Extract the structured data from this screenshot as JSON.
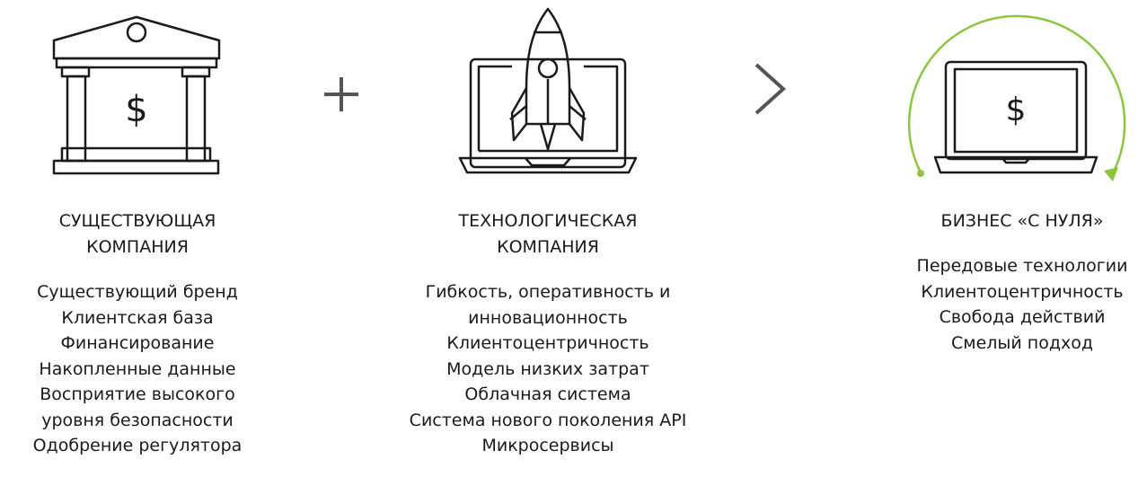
{
  "columns": [
    {
      "icon": "bank-dollar-icon",
      "title_lines": [
        "СУЩЕСТВУЮЩАЯ",
        "КОМПАНИЯ"
      ],
      "items": [
        "Существующий бренд",
        "Клиентская база",
        "Финансирование",
        "Накопленные данные",
        "Восприятие высокого",
        "уровня безопасности",
        "Одобрение регулятора"
      ]
    },
    {
      "icon": "laptop-rocket-icon",
      "title_lines": [
        "ТЕХНОЛОГИЧЕСКАЯ",
        "КОМПАНИЯ"
      ],
      "items": [
        "Гибкость, оперативность и",
        "инновационность",
        "Клиентоцентричность",
        "Модель низких затрат",
        "Облачная система",
        "Система нового поколения API",
        "Микросервисы"
      ]
    },
    {
      "icon": "laptop-dollar-cycle-icon",
      "title_lines": [
        "БИЗНЕС «С НУЛЯ»"
      ],
      "items": [
        "Передовые технологии",
        "Клиентоцентричность",
        "Свобода действий",
        "Смелый подход"
      ]
    }
  ],
  "operators": {
    "plus": "plus-icon",
    "greater": "greater-than-icon"
  },
  "colors": {
    "stroke": "#1a1a1a",
    "operator": "#555555",
    "accent": "#8cc63f",
    "dollar": "$"
  }
}
